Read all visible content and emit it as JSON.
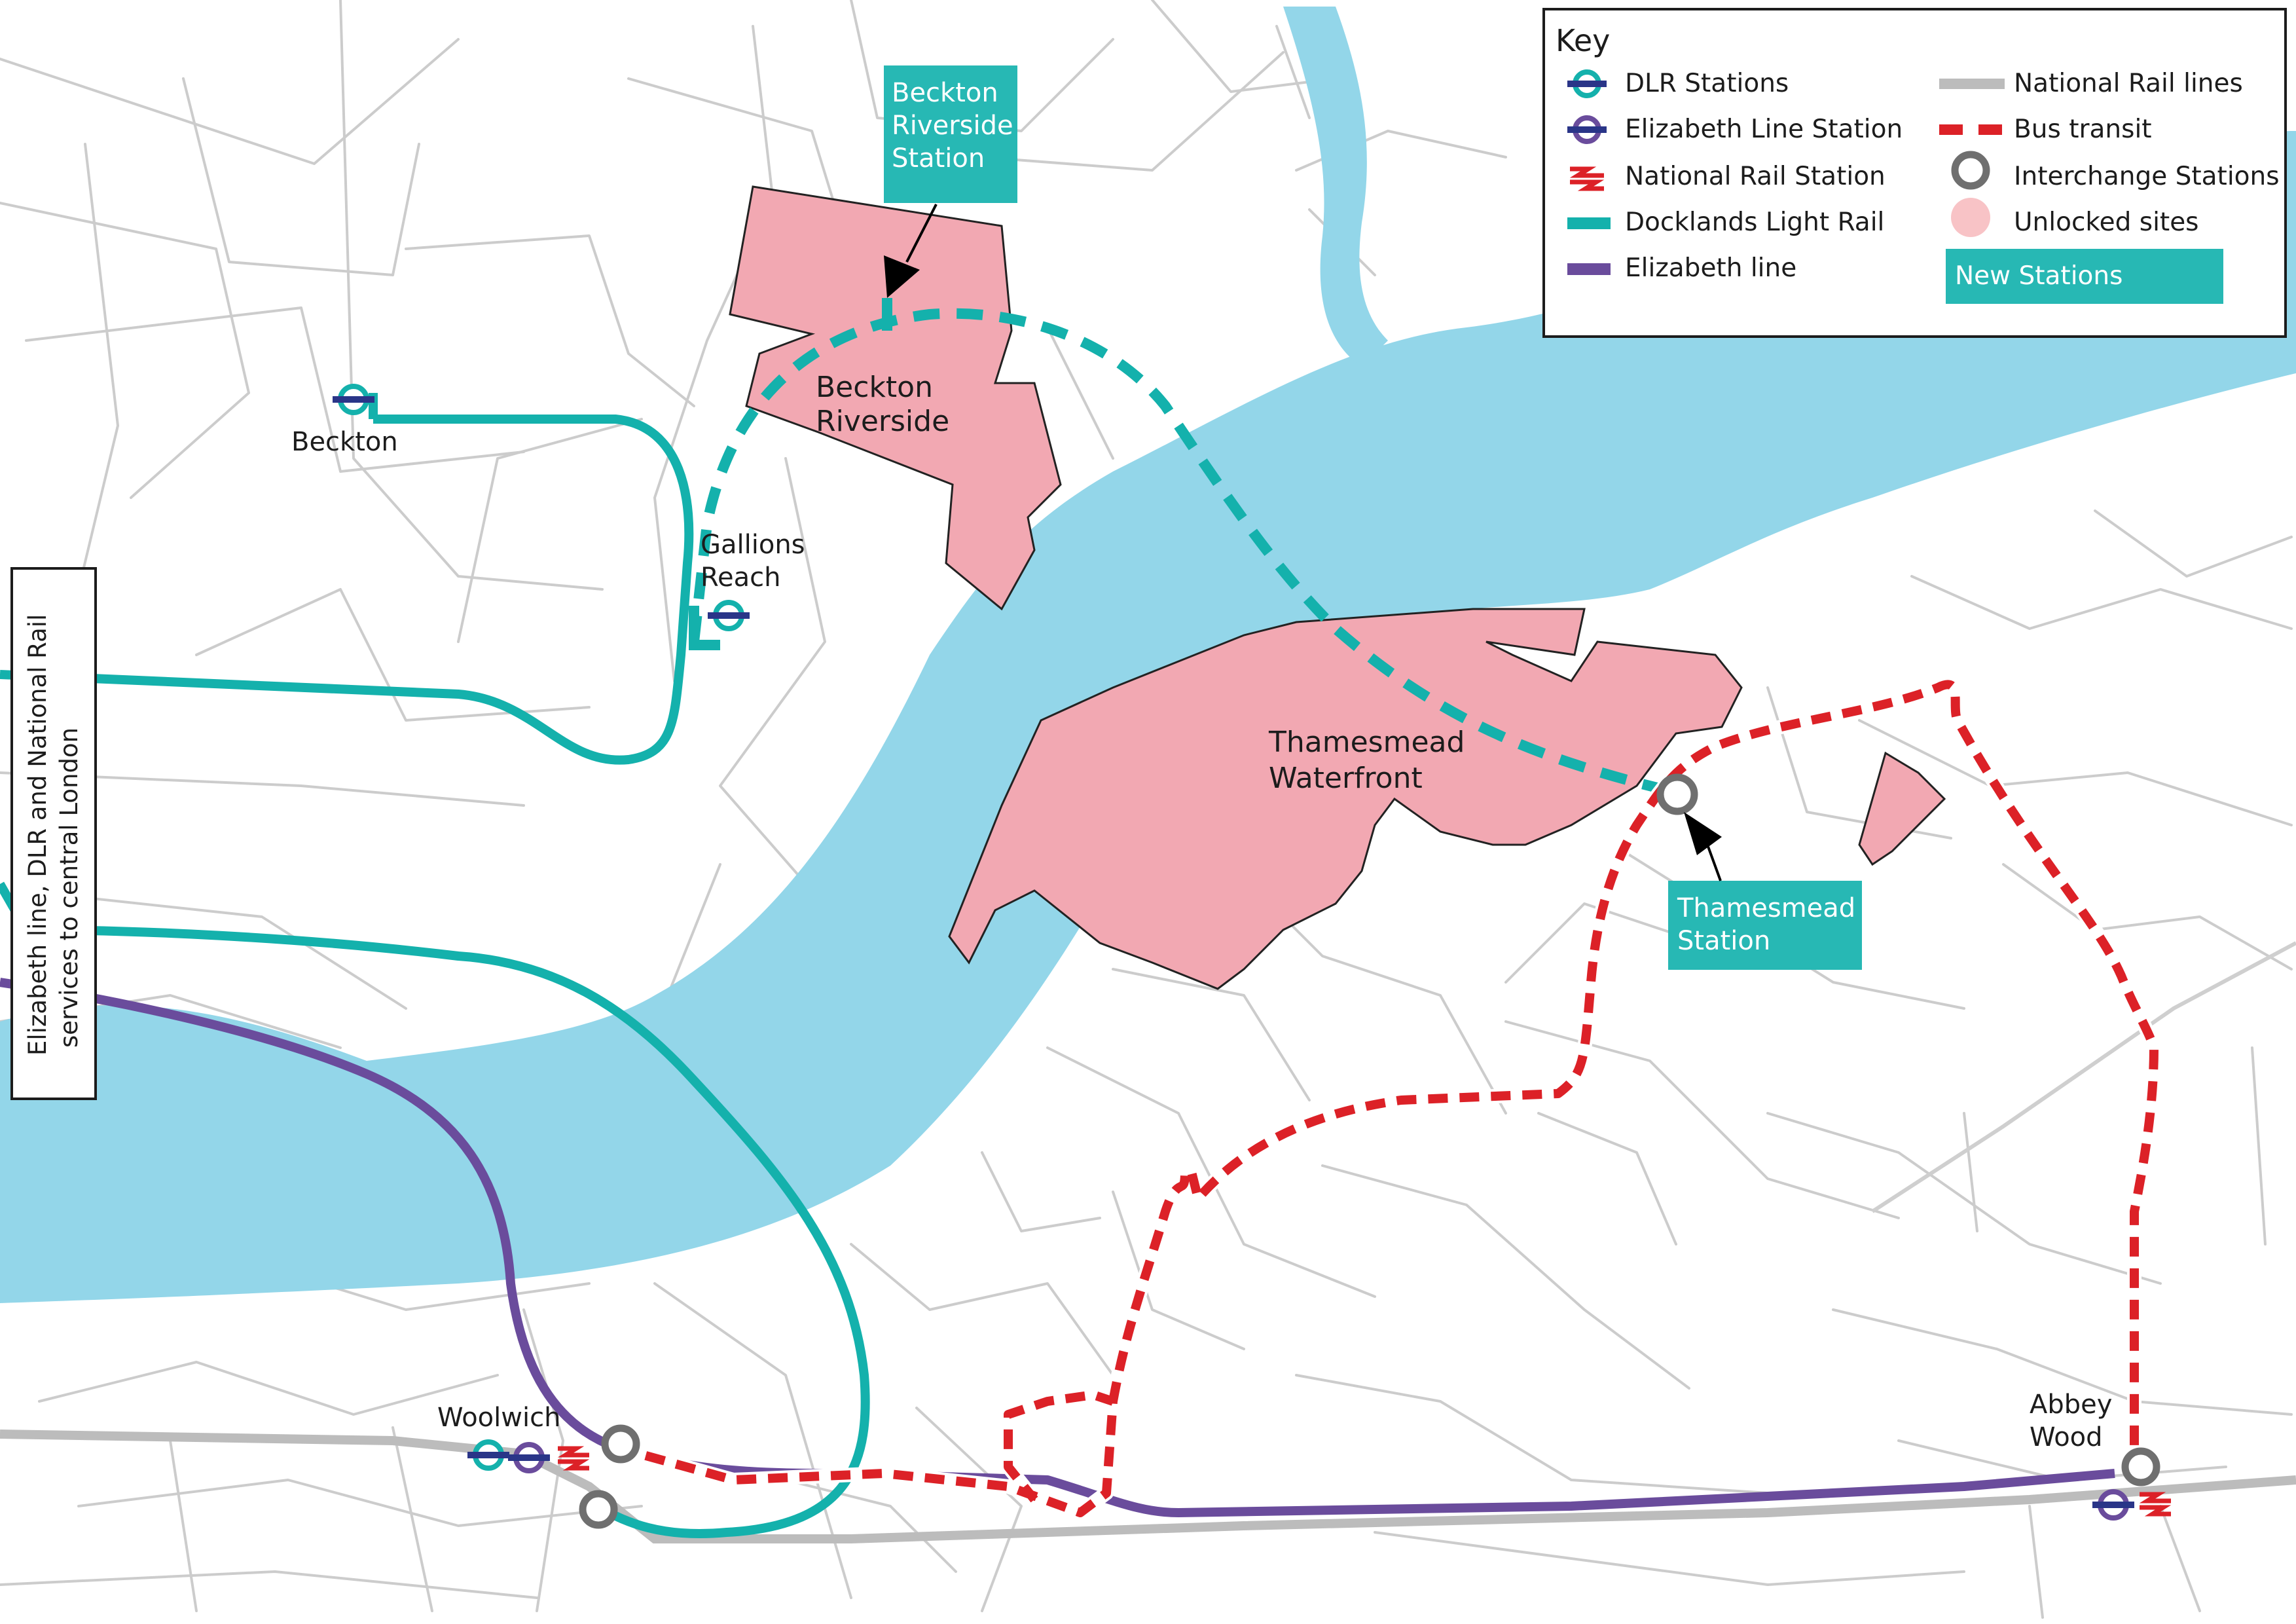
{
  "colors": {
    "river": "#93d6e9",
    "dlr": "#14b1ac",
    "elizabeth": "#6a4c9c",
    "national_rail": "#bcbcbc",
    "bus": "#dc2127",
    "unlocked_site": "#f2a8b2",
    "interchange": "#6f6f6f",
    "new_station": "#27b8b4",
    "streets": "#cccccc"
  },
  "place_labels": {
    "beckton": "Beckton",
    "gallions_reach": [
      "Gallions",
      "Reach"
    ],
    "woolwich": "Woolwich",
    "abbey_wood": [
      "Abbey",
      "Wood"
    ]
  },
  "site_labels": {
    "beckton_riverside": [
      "Beckton",
      "Riverside"
    ],
    "thamesmead_waterfront": [
      "Thamesmead",
      "Waterfront"
    ]
  },
  "callouts": {
    "beckton_riverside_station": [
      "Beckton",
      "Riverside",
      "Station"
    ],
    "thamesmead_station": [
      "Thamesmead",
      "Station"
    ]
  },
  "side_note": [
    "Elizabeth line, DLR and National Rail",
    "services to central London"
  ],
  "key": {
    "title": "Key",
    "left_items": [
      {
        "icon": "dlr-roundel-icon",
        "label": "DLR Stations"
      },
      {
        "icon": "elizabeth-roundel-icon",
        "label": "Elizabeth Line Station"
      },
      {
        "icon": "national-rail-icon",
        "label": "National Rail Station"
      },
      {
        "icon": "dlr-line-icon",
        "label": "Docklands Light Rail"
      },
      {
        "icon": "elizabeth-line-icon",
        "label": "Elizabeth line"
      }
    ],
    "right_items": [
      {
        "icon": "national-rail-line-icon",
        "label": "National Rail lines"
      },
      {
        "icon": "bus-transit-icon",
        "label": "Bus transit"
      },
      {
        "icon": "interchange-station-icon",
        "label": "Interchange Stations"
      },
      {
        "icon": "unlocked-site-icon",
        "label": "Unlocked sites"
      },
      {
        "icon": "new-station-swatch",
        "label": "New Stations"
      }
    ]
  }
}
